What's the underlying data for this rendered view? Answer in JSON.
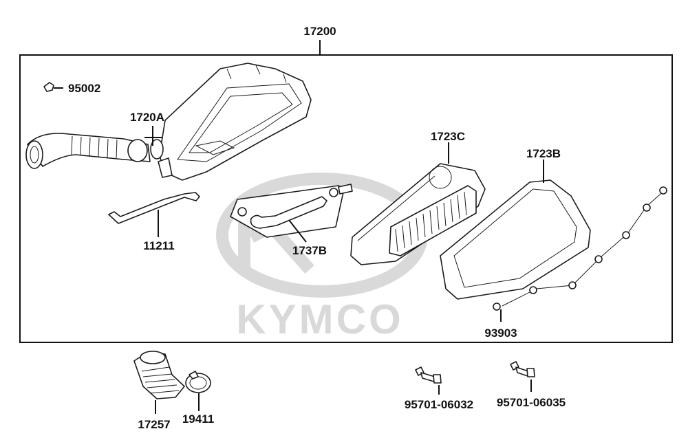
{
  "watermark": {
    "brand_text": "KYMCO",
    "color": "#d9d9d9"
  },
  "assembly": {
    "part_number": "17200"
  },
  "parts": [
    {
      "key": "p95002",
      "number": "95002",
      "name": ""
    },
    {
      "key": "p1720A",
      "number": "1720A",
      "name": ""
    },
    {
      "key": "p11211",
      "number": "11211",
      "name": ""
    },
    {
      "key": "p1737B",
      "number": "1737B",
      "name": ""
    },
    {
      "key": "p1723C",
      "number": "1723C",
      "name": ""
    },
    {
      "key": "p1723B",
      "number": "1723B",
      "name": ""
    },
    {
      "key": "p93903",
      "number": "93903",
      "name": ""
    },
    {
      "key": "p17257",
      "number": "17257",
      "name": ""
    },
    {
      "key": "p19411",
      "number": "19411",
      "name": ""
    },
    {
      "key": "p95701a",
      "number": "95701-06032",
      "name": ""
    },
    {
      "key": "p95701b",
      "number": "95701-06035",
      "name": ""
    }
  ],
  "colors": {
    "line": "#1a1a1a",
    "label": "#111111",
    "background": "#ffffff"
  }
}
